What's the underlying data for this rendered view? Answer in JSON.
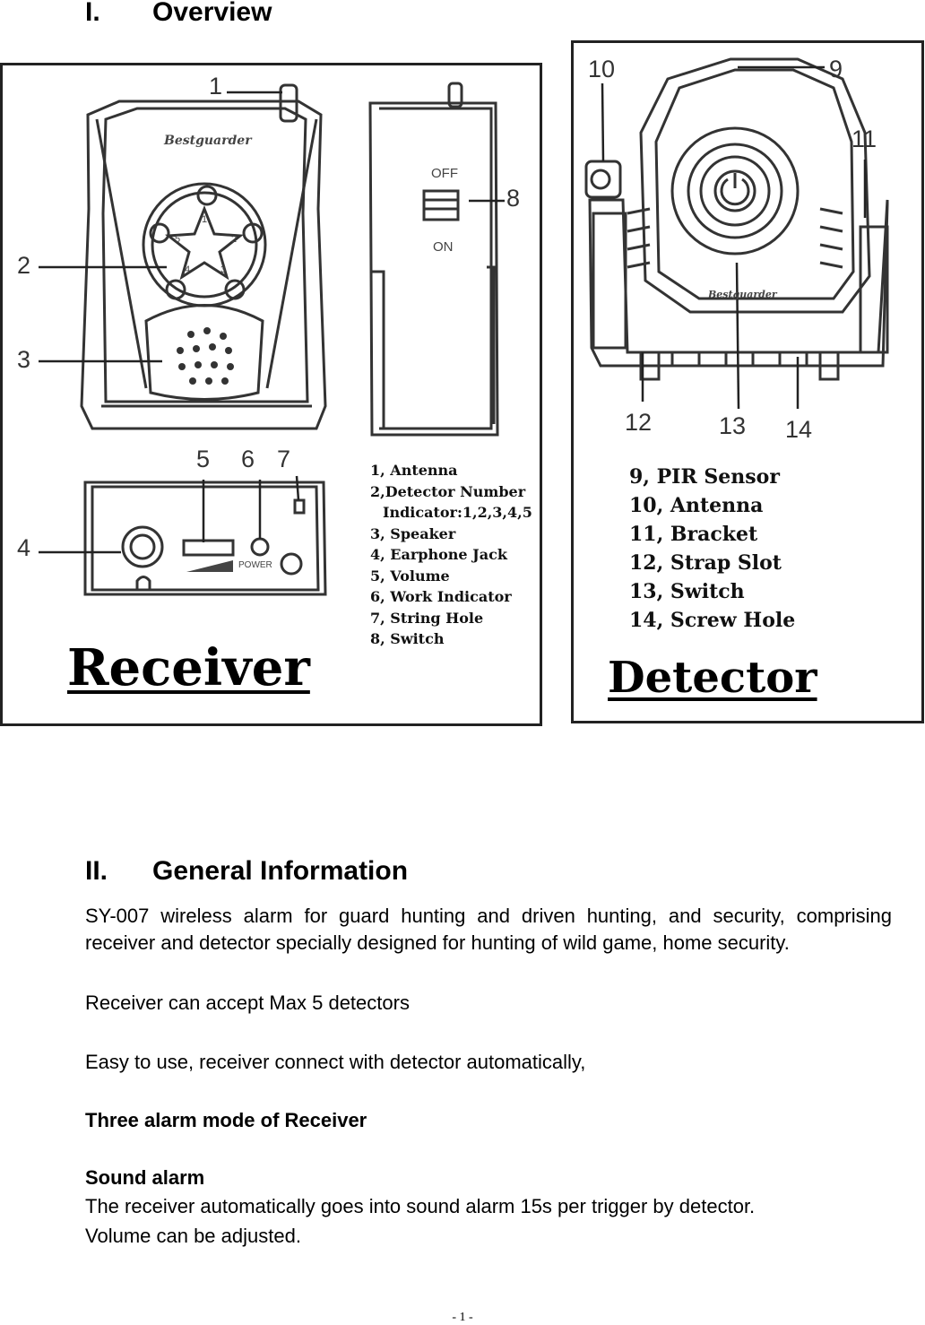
{
  "section1": {
    "number": "I.",
    "title": "Overview"
  },
  "receiver_panel": {
    "title": "Receiver",
    "callouts": [
      "1",
      "2",
      "3",
      "4",
      "5",
      "6",
      "7",
      "8"
    ],
    "switch_labels": {
      "off": "OFF",
      "on": "ON"
    },
    "brand": "Bestguarder",
    "power_label": "POWER",
    "star_numbers": [
      "1",
      "2",
      "3",
      "4",
      "5"
    ],
    "legend": [
      "1, Antenna",
      "2,Detector Number",
      "Indicator:1,2,3,4,5",
      "3, Speaker",
      "4, Earphone Jack",
      "5, Volume",
      "6, Work Indicator",
      "7, String Hole",
      "8, Switch"
    ]
  },
  "detector_panel": {
    "title": "Detector",
    "callouts": [
      "10",
      "9",
      "11",
      "12",
      "13",
      "14"
    ],
    "brand": "Bestguarder",
    "legend": [
      "9,  PIR Sensor",
      "10, Antenna",
      "11, Bracket",
      "12, Strap Slot",
      "13, Switch",
      "14, Screw Hole"
    ]
  },
  "section2": {
    "number": "II.",
    "title": "General Information"
  },
  "paragraphs": {
    "intro": "SY-007 wireless alarm for guard hunting and driven hunting, and security, comprising receiver and detector specially designed for hunting of wild game, home security.",
    "capacity": "Receiver can accept Max 5 detectors",
    "ease": "Easy to use, receiver connect with detector automatically,",
    "modes_heading": "Three alarm mode of Receiver",
    "sound_heading": "Sound alarm",
    "sound_line1": "The receiver automatically goes into sound alarm 15s per trigger by detector.",
    "sound_line2": "Volume can be adjusted."
  },
  "footer": {
    "page": "- 1 -"
  }
}
